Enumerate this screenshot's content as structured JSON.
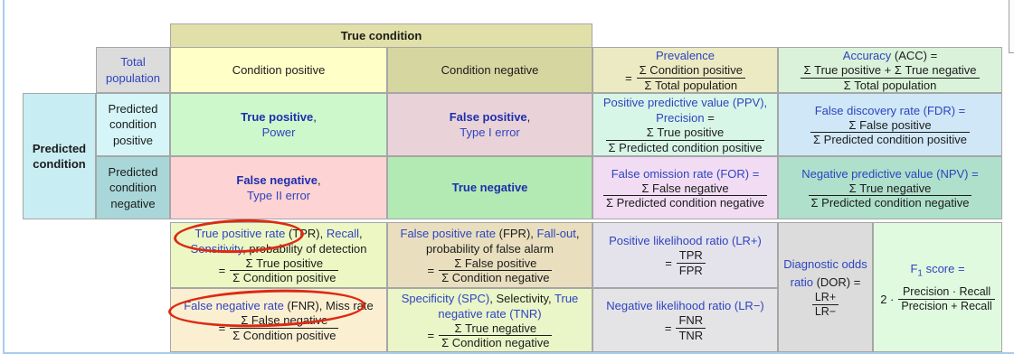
{
  "colors": {
    "link_blue": "#2f44c0",
    "bold_link_blue": "#1d2fae",
    "annotation_red": "#dd2a12",
    "window_edge_blue": "#a8cdec",
    "true_condition_header_bg": "#e0e0a8",
    "condition_positive_bg": "#ffffc8",
    "condition_negative_bg": "#d6d6a0",
    "total_population_bg": "#dcdcdc",
    "prevalence_bg": "#ebeac2",
    "accuracy_bg": "#d9f2d9",
    "predicted_condition_bg": "#c8edf2",
    "predicted_positive_bg": "#d5f5f8",
    "predicted_negative_bg": "#a9d7d9",
    "true_positive_bg": "#ccf8cc",
    "false_positive_bg": "#ead3d8",
    "false_negative_bg": "#fdd3d3",
    "true_negative_bg": "#b3eab3",
    "ppv_bg": "#d8f6e8",
    "fdr_bg": "#cfe7f7",
    "for_bg": "#f1dcf3",
    "npv_bg": "#aee0cc",
    "tpr_bg": "#edf7c4",
    "fpr_bg": "#e9dfbe",
    "lr_plus_bg": "#e4e3ec",
    "lr_minus_bg": "#e4e3e6",
    "dor_bg": "#dcdcdc",
    "f1_bg": "#e0fae0",
    "fnr_bg": "#fbefd2",
    "spc_bg": "#eaf5c8"
  },
  "header": {
    "true_condition": "True condition",
    "total_population": "Total population",
    "condition_positive": "Condition positive",
    "condition_negative": "Condition negative"
  },
  "left": {
    "predicted_condition": "Predicted condition",
    "predicted_positive": "Predicted condition positive",
    "predicted_negative": "Predicted condition negative"
  },
  "cells": {
    "prevalence": {
      "title": "Prevalence",
      "eq": "=",
      "num": "Σ Condition positive",
      "den": "Σ Total population"
    },
    "accuracy": {
      "link": "Accuracy",
      "rest": " (ACC) =",
      "num": "Σ True positive + Σ True negative",
      "den": "Σ Total population"
    },
    "true_positive": {
      "link": "True positive",
      "comma": ",",
      "sub": "Power"
    },
    "false_positive": {
      "link": "False positive",
      "comma": ",",
      "sub": "Type I error"
    },
    "false_negative": {
      "link": "False negative",
      "comma": ",",
      "sub": "Type II error"
    },
    "true_negative": {
      "link": "True negative"
    },
    "ppv": {
      "link1": "Positive predictive value (PPV),",
      "link2": "Precision",
      "eq2": " =",
      "num": "Σ True positive",
      "den": "Σ Predicted condition positive"
    },
    "fdr": {
      "link": "False discovery rate (FDR) =",
      "num": "Σ False positive",
      "den": "Σ Predicted condition positive"
    },
    "for": {
      "link": "False omission rate (FOR) =",
      "num": "Σ False negative",
      "den": "Σ Predicted condition negative"
    },
    "npv": {
      "link": "Negative predictive value (NPV) =",
      "num": "Σ True negative",
      "den": "Σ Predicted condition negative"
    },
    "tpr": {
      "link1": "True positive rate",
      "t1": " (TPR), ",
      "link2": "Recall",
      "t2": ", ",
      "link3": "Sensitivity",
      "t3": ", probability of detection",
      "eq": "=",
      "num": "Σ True positive",
      "den": "Σ Condition positive"
    },
    "fpr": {
      "link1": "False positive rate",
      "t1": " (FPR), ",
      "link2": "Fall-out",
      "t2": ", probability of false alarm",
      "eq": "=",
      "num": "Σ False positive",
      "den": "Σ Condition negative"
    },
    "lr_plus": {
      "link": "Positive likelihood ratio (LR+)",
      "eq": "=",
      "num": "TPR",
      "den": "FPR"
    },
    "lr_minus": {
      "link": "Negative likelihood ratio (LR−)",
      "eq": "=",
      "num": "FNR",
      "den": "TNR"
    },
    "dor": {
      "link": "Diagnostic odds ratio",
      "pre": "(DOR) = ",
      "num": "LR+",
      "den": "LR−"
    },
    "f1": {
      "f": "F",
      "sub": "1",
      "rest": " score =",
      "two": "2 ·",
      "num": "Precision · Recall",
      "den": "Precision + Recall"
    },
    "fnr": {
      "link1": "False negative rate",
      "t1": " (FNR), Miss rate",
      "eq": "=",
      "num": "Σ False negative",
      "den": "Σ Condition positive"
    },
    "spc": {
      "link1": "Specificity (SPC)",
      "t1": ", Selectivity, ",
      "link2": "True negative rate (TNR)",
      "eq": "=",
      "num": "Σ True negative",
      "den": "Σ Condition negative"
    }
  },
  "annotations": {
    "circle_1_around": "True positive rate",
    "circle_2_around": "False negative rate"
  }
}
